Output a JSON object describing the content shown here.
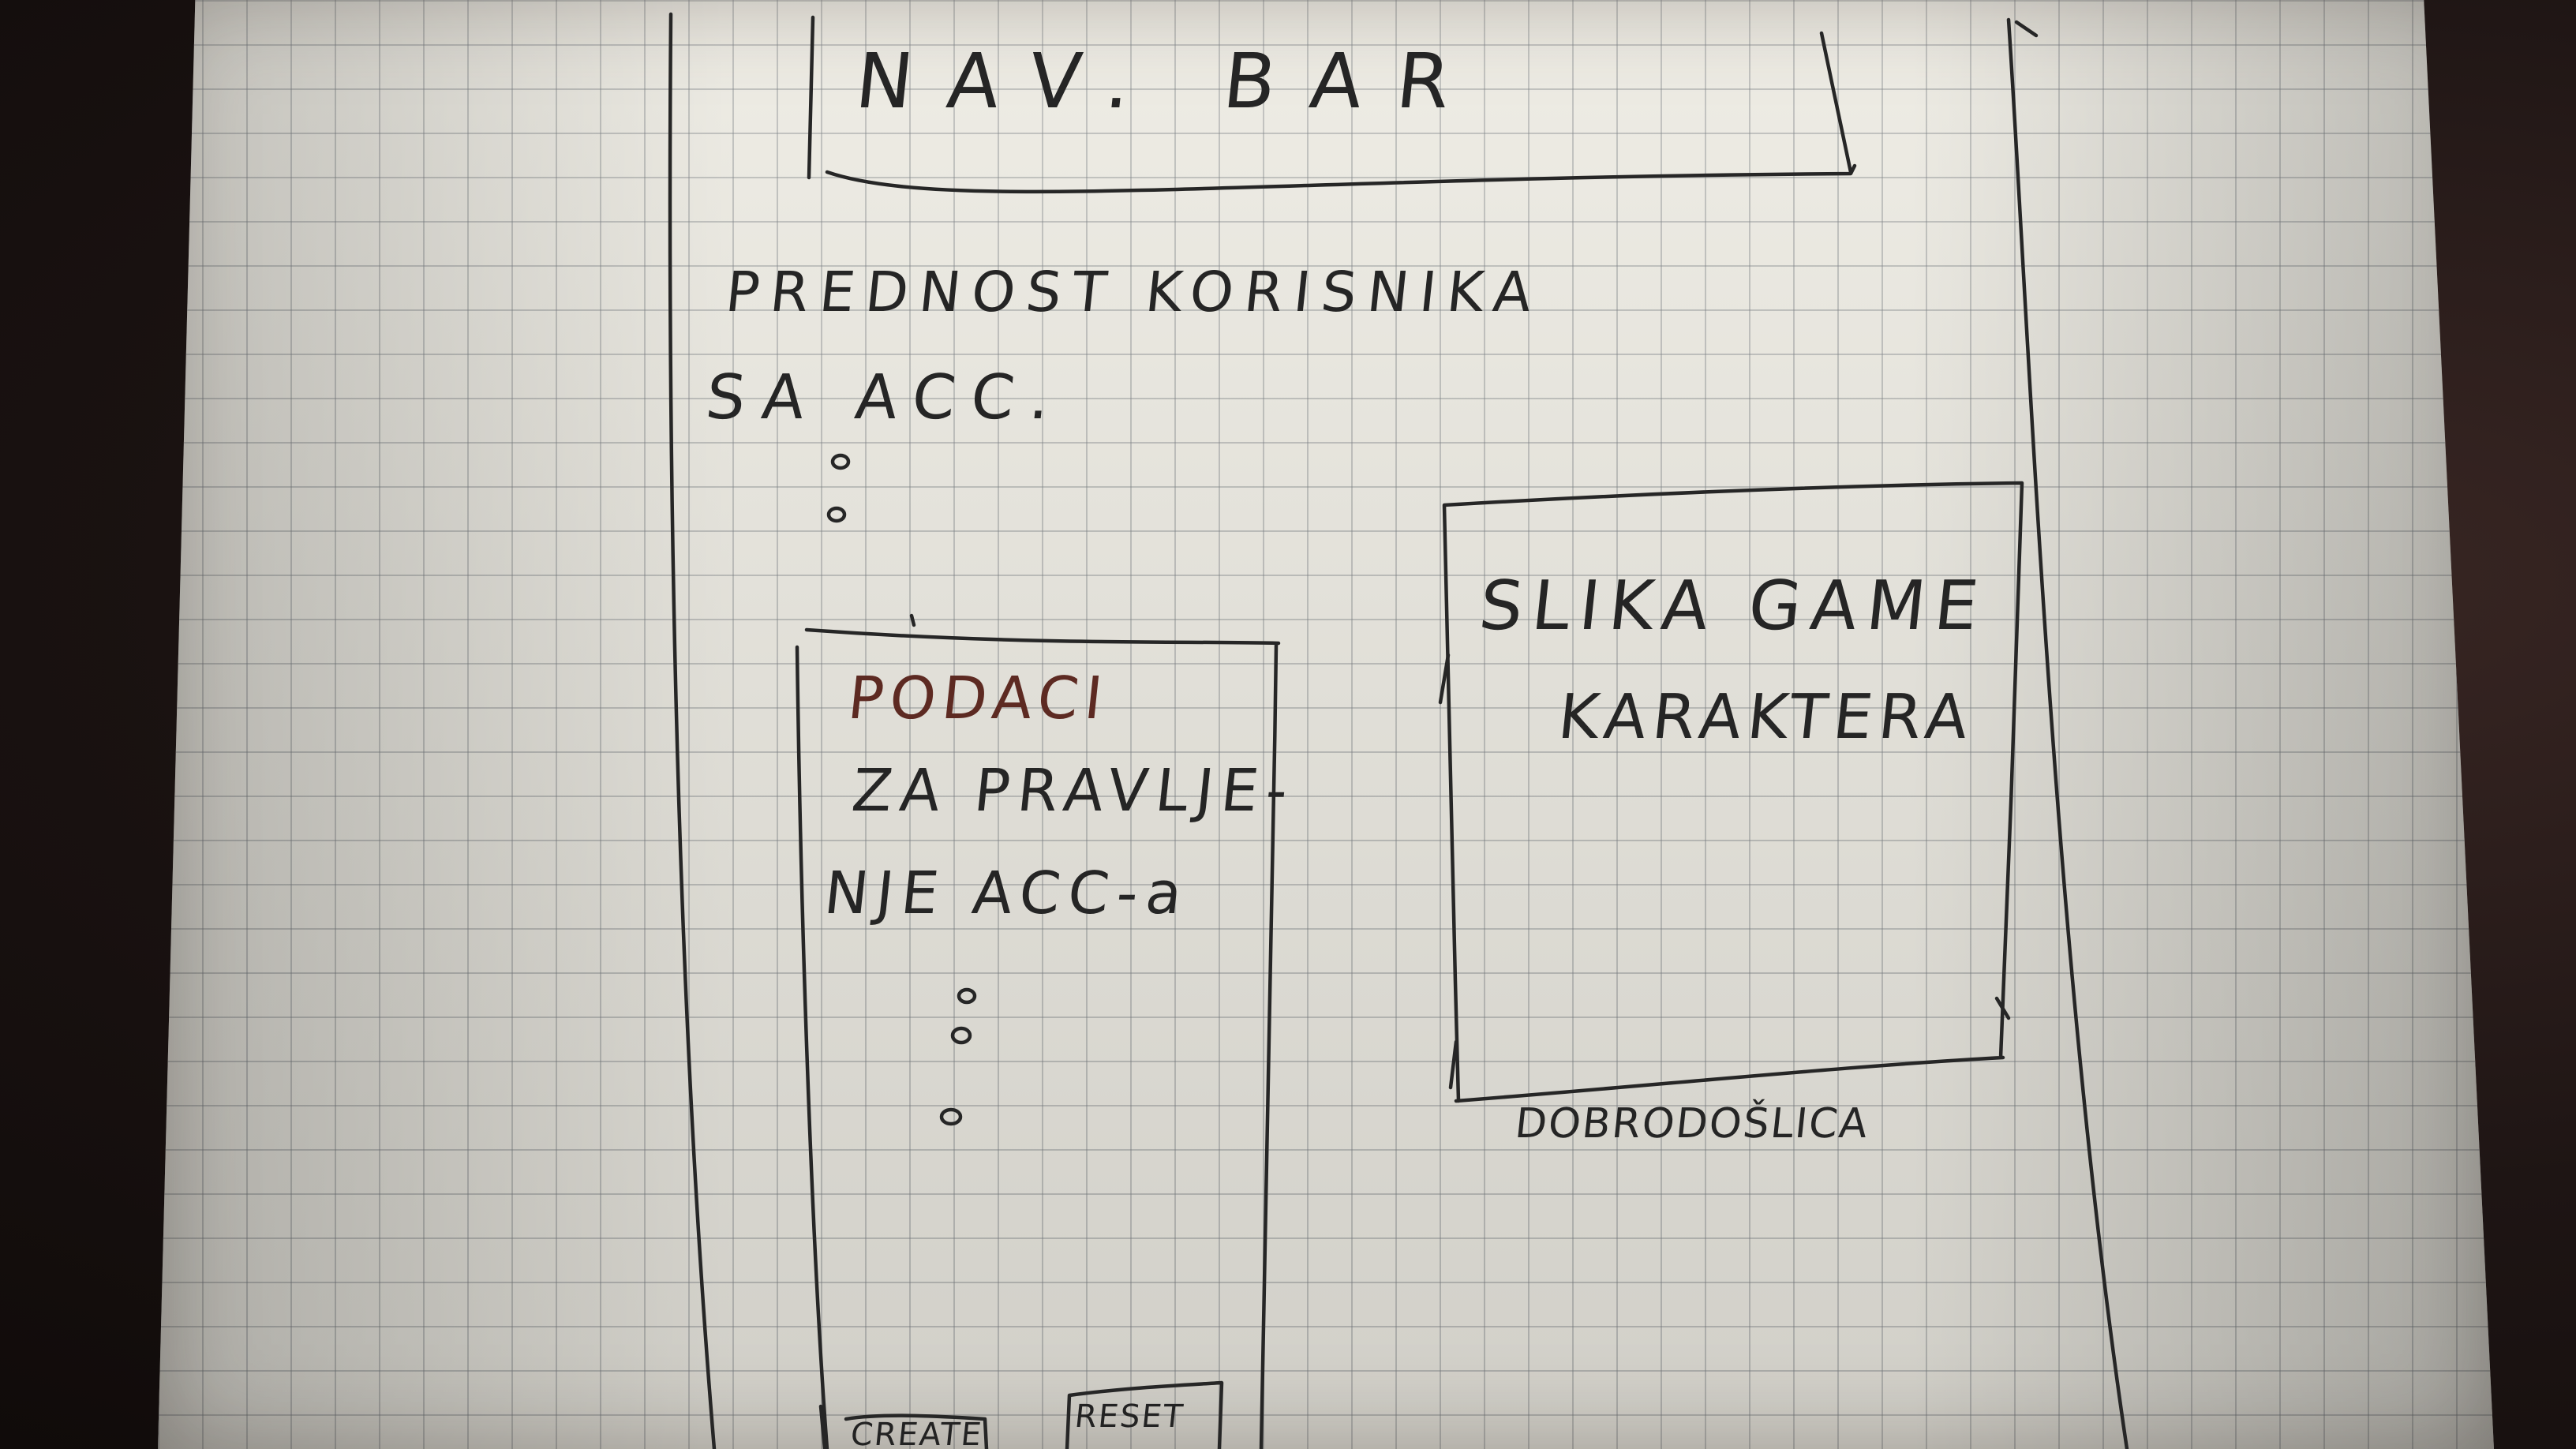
{
  "nav_bar": {
    "label": "NAV. BAR"
  },
  "page_heading": {
    "line1": "PREDNOST KORISNIKA",
    "line2": "SA ACC."
  },
  "account_panel": {
    "line1": "PODACI",
    "line2": "ZA PRAVLJE-",
    "line3": "NJE ACC-a",
    "create_label": "CREATE",
    "reset_label": "RESET"
  },
  "character_panel": {
    "line1": "SLIKA GAME",
    "line2": "KARAKTERA",
    "caption": "DOBRODOŠLICA"
  },
  "colors": {
    "paper": "#eeece4",
    "pencil": "#262626",
    "red_ink": "#6b2a22"
  }
}
